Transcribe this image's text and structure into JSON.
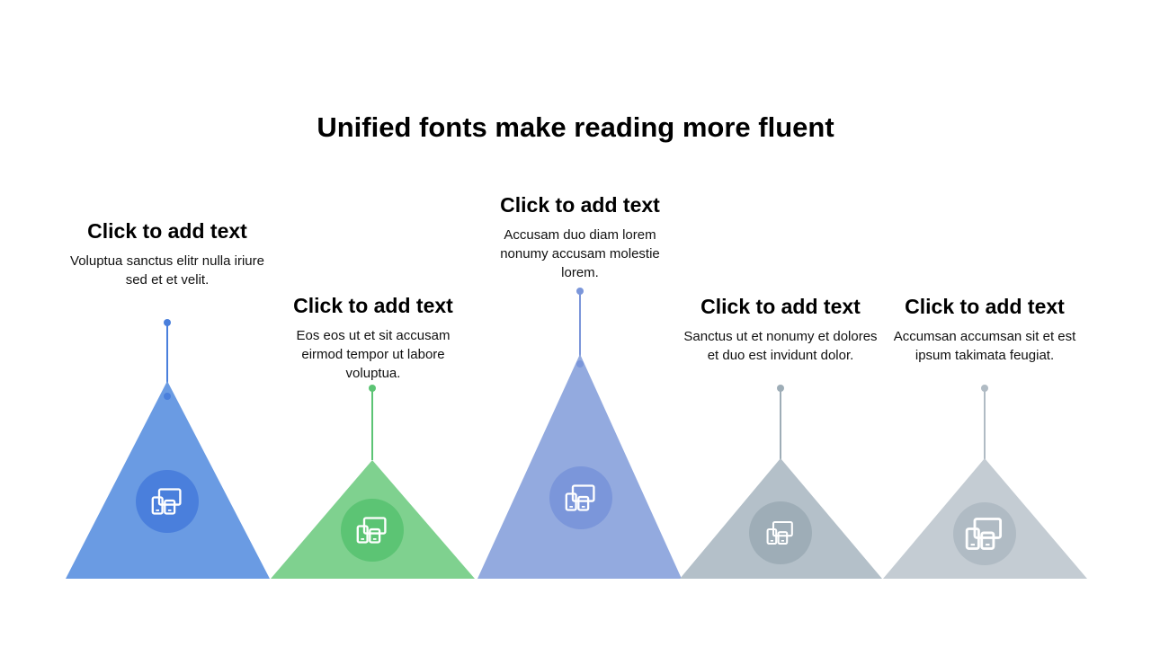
{
  "slide": {
    "title": "Unified fonts make reading more fluent"
  },
  "items": [
    {
      "heading": "Click to add text",
      "body": "Voluptua sanctus elitr nulla iriure sed et et velit.",
      "icon": "devices-icon",
      "color": "#6a9be3",
      "circle": "#4a7fdc",
      "line": "#4a7fdc"
    },
    {
      "heading": "Click to add text",
      "body": "Eos eos ut et sit accusam eirmod tempor ut labore voluptua.",
      "icon": "devices-icon",
      "color": "#7fd18f",
      "circle": "#5cc474",
      "line": "#5cc474"
    },
    {
      "heading": "Click to add text",
      "body": "Accusam duo diam lorem nonumy accusam molestie lorem.",
      "icon": "devices-icon",
      "color": "#93aadf",
      "circle": "#7b96da",
      "line": "#7b96da"
    },
    {
      "heading": "Click to add text",
      "body": "Sanctus ut et nonumy et dolores et duo est invidunt dolor.",
      "icon": "devices-icon",
      "color": "#b4c0c9",
      "circle": "#9eadb7",
      "line": "#9eadb7"
    },
    {
      "heading": "Click to add text",
      "body": "Accumsan accumsan sit et est ipsum takimata feugiat.",
      "icon": "devices-icon",
      "color": "#c4ccd3",
      "circle": "#b0bbc4",
      "line": "#b0bbc4"
    }
  ]
}
